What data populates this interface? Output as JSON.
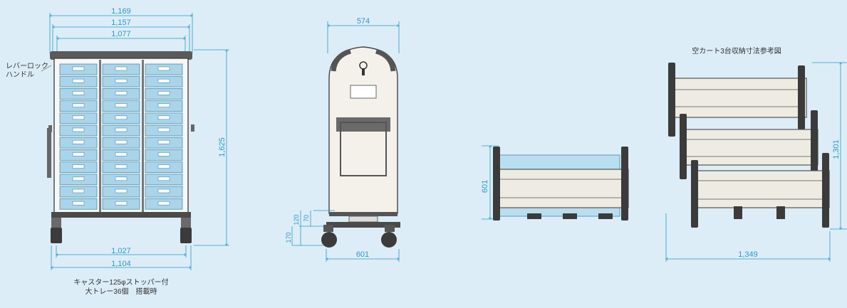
{
  "front": {
    "dims": {
      "w1": "1,169",
      "w2": "1,157",
      "w3": "1,077",
      "b1": "1,027",
      "b2": "1,104"
    },
    "lever_label": [
      "レバーロック",
      "ハンドル"
    ],
    "caption": [
      "キャスター125φストッパー付",
      "大トレー36個　搭載時"
    ]
  },
  "side": {
    "dims": {
      "top": "574",
      "height": "1,625",
      "d120": "120",
      "d70": "70",
      "d170": "170",
      "bottom": "601"
    }
  },
  "top_single": {
    "dims": {
      "depth": "601"
    }
  },
  "stack": {
    "title": "空カート3台収納寸法参考図",
    "dims": {
      "height": "1,301",
      "width": "1,349"
    }
  }
}
